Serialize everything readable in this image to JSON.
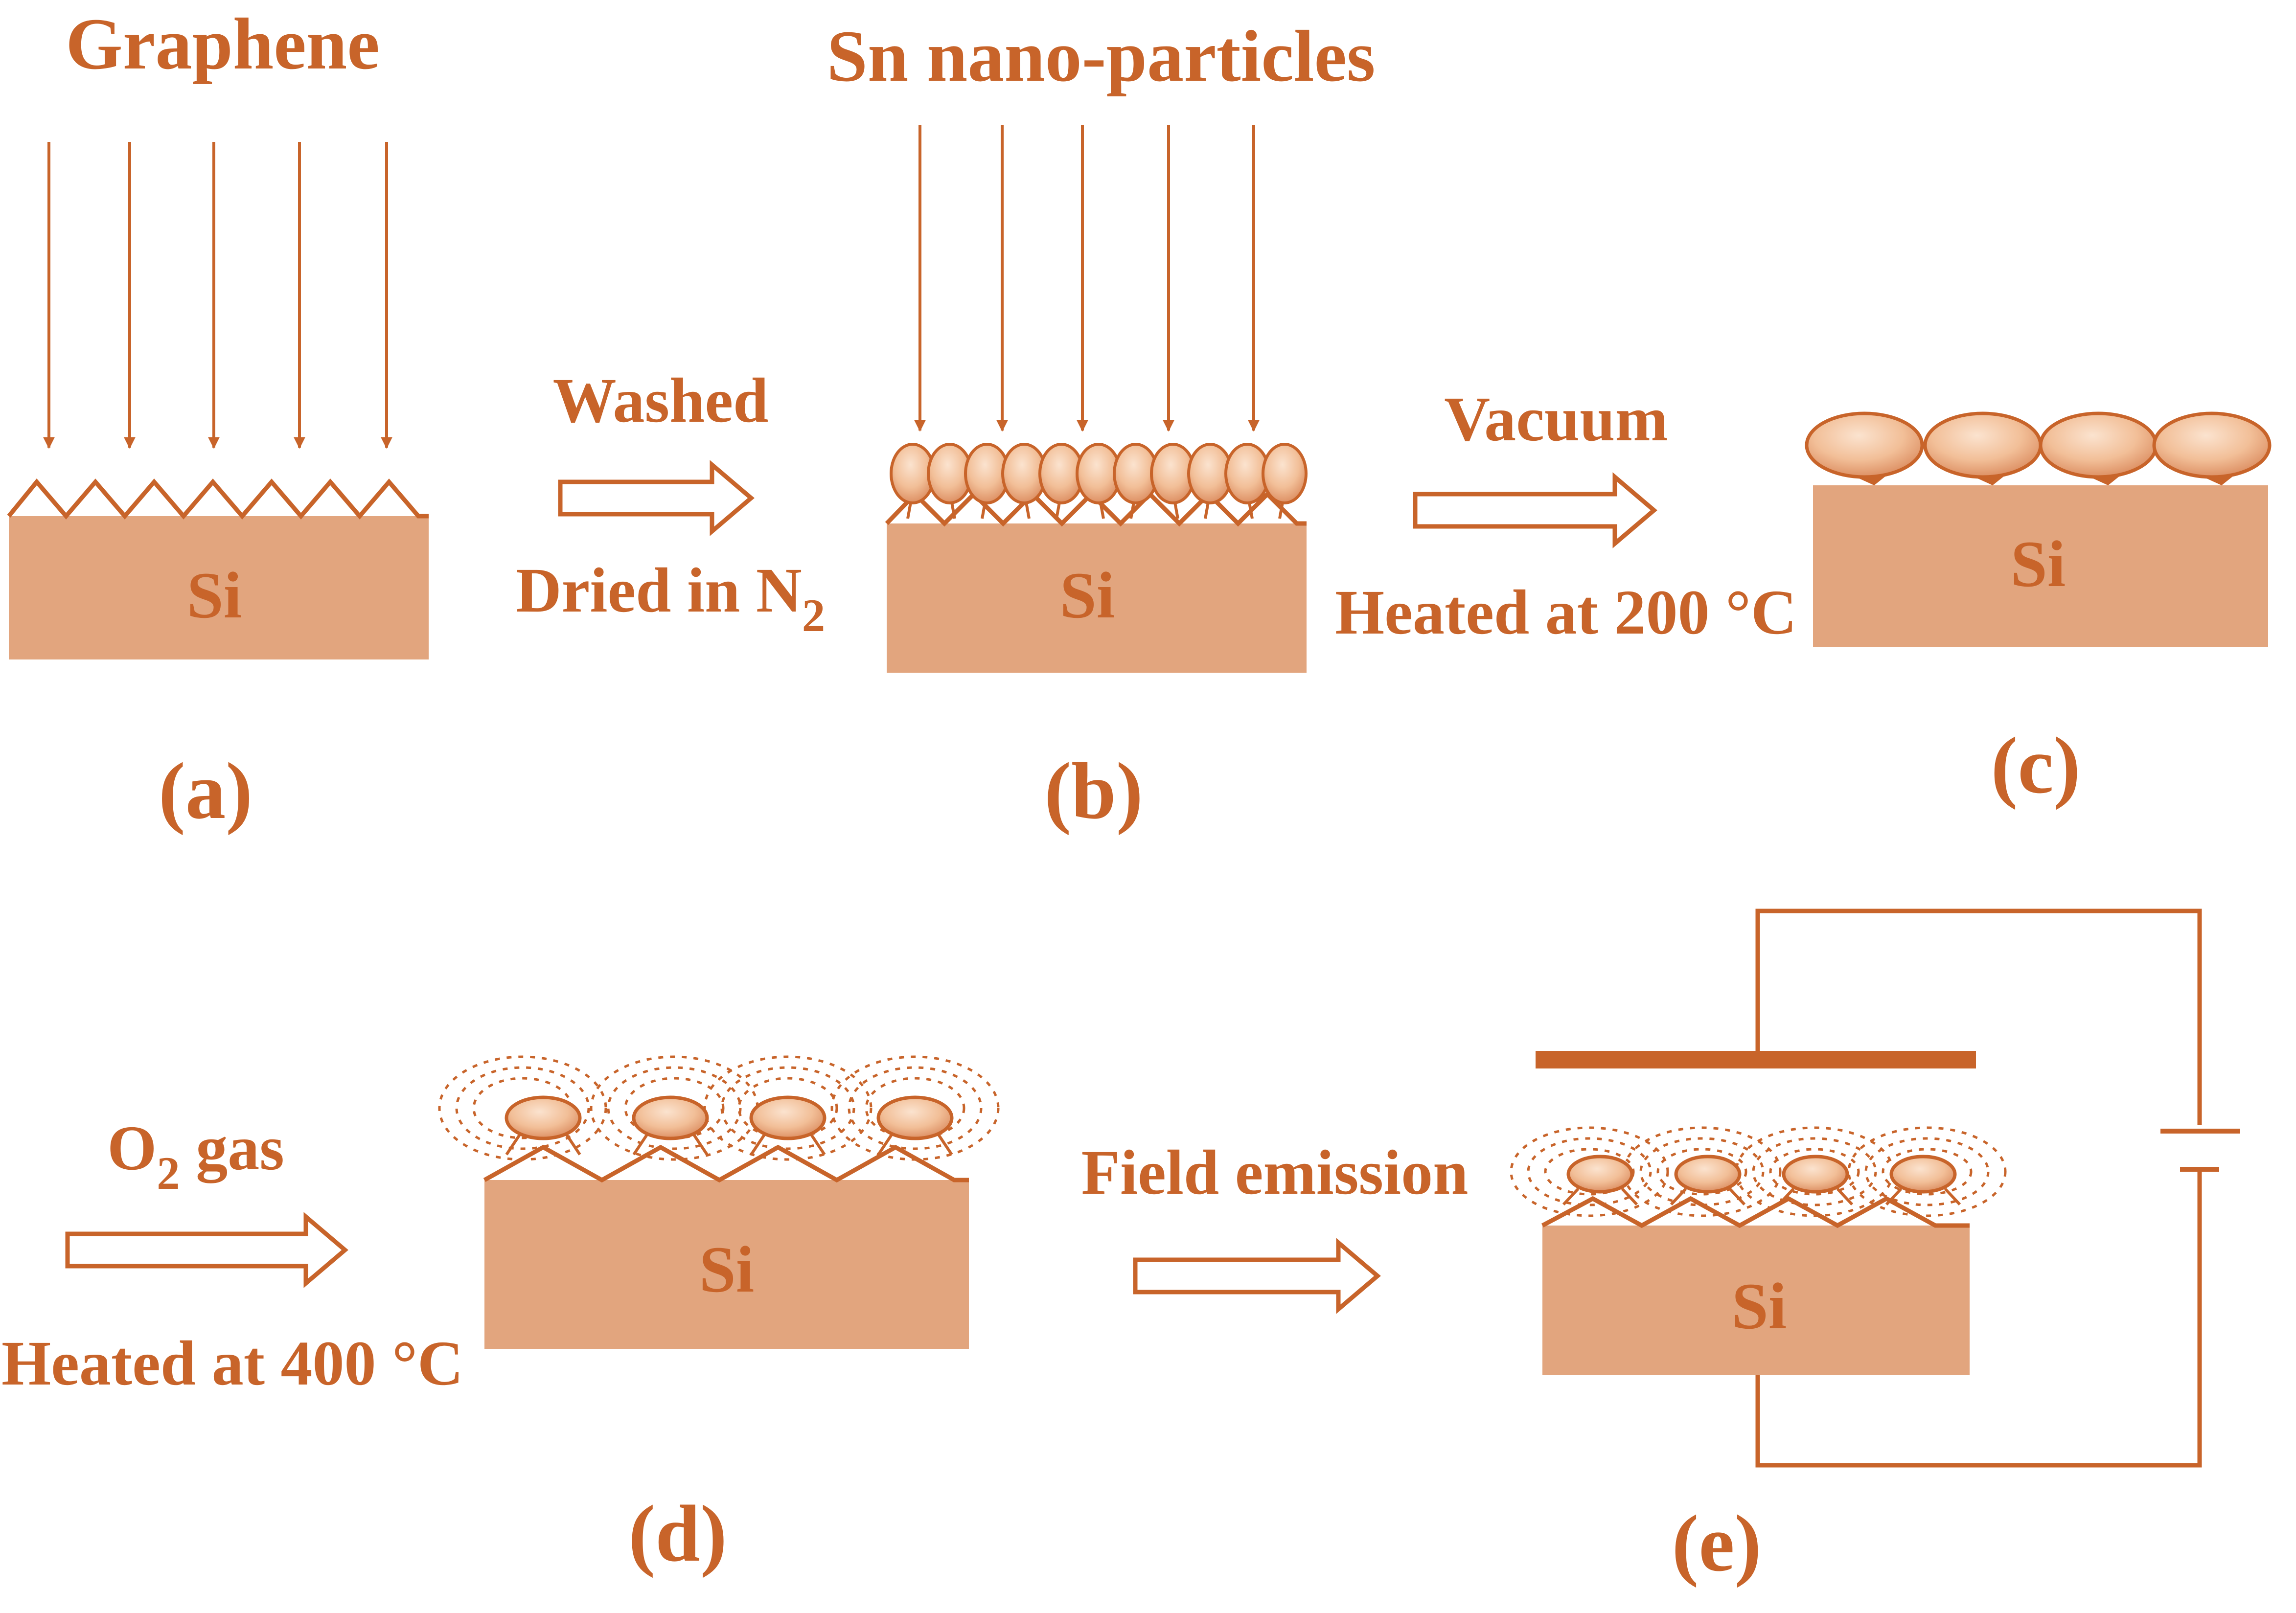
{
  "colors": {
    "accent": "#c8642a",
    "substrate": "#e2a57e",
    "particle": "#f2bf98",
    "particle_dark": "#c8642a"
  },
  "labels": {
    "graphene": "Graphene",
    "sn_nanoparticles": "Sn nano-particles",
    "washed": "Washed",
    "dried_in_prefix": "Dried in N",
    "dried_in_subscript": "2",
    "vacuum": "Vacuum",
    "heated_200": "Heated at 200 °C",
    "o2_prefix": "O",
    "o2_subscript": "2",
    "o2_suffix": " gas",
    "heated_400": "Heated at 400 °C",
    "field_emission": "Field emission",
    "substrate": "Si"
  },
  "panels": {
    "a": "(a)",
    "b": "(b)",
    "c": "(c)",
    "d": "(d)",
    "e": "(e)"
  }
}
